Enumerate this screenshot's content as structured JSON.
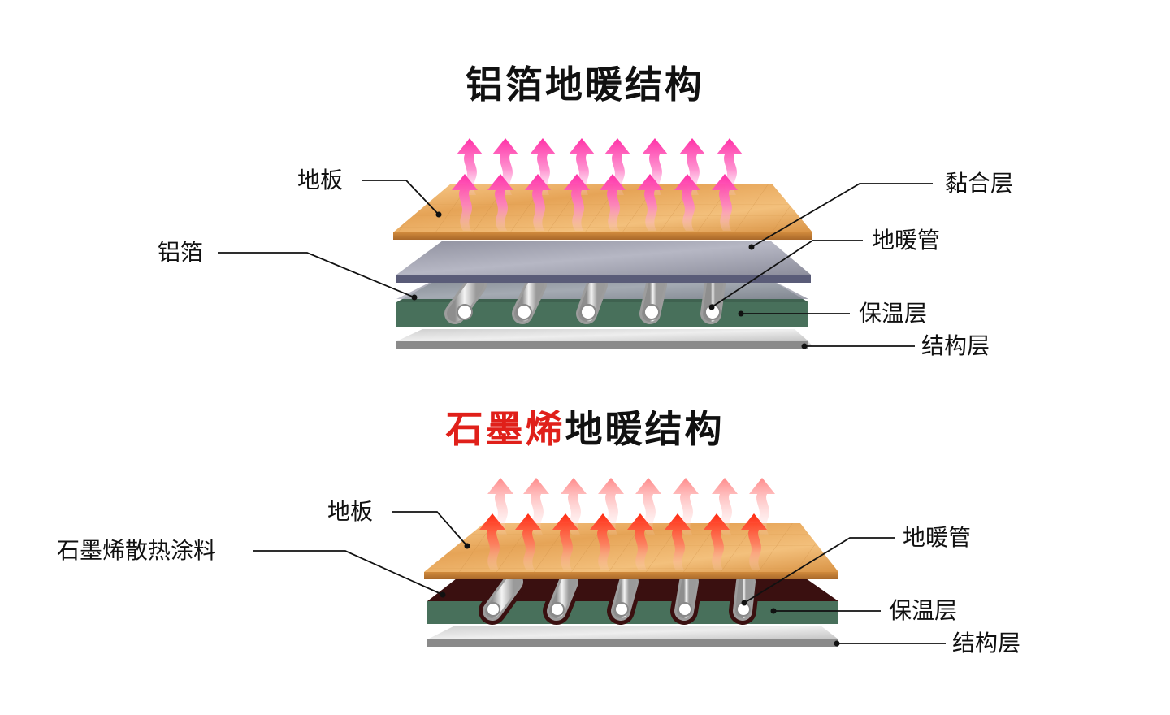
{
  "diagram_top": {
    "title": "铝箔地暖结构",
    "labels": {
      "floor": "地板",
      "foil": "铝箔",
      "adhesive": "黏合层",
      "pipe": "地暖管",
      "insulation": "保温层",
      "structure": "结构层"
    },
    "colors": {
      "arrow": "#ff2fa6",
      "foil": "#9fa0ae",
      "insulation": "#48705b"
    }
  },
  "diagram_bottom": {
    "title_highlight": "石墨烯",
    "title_rest": "地暖结构",
    "labels": {
      "floor": "地板",
      "coating": "石墨烯散热涂料",
      "pipe": "地暖管",
      "insulation": "保温层",
      "structure": "结构层"
    },
    "colors": {
      "arrow": "#ff2a10",
      "coating": "#3a1010",
      "insulation": "#48705b"
    }
  },
  "colors": {
    "title_highlight": "#e0201a",
    "wood": "#e9a95a"
  }
}
